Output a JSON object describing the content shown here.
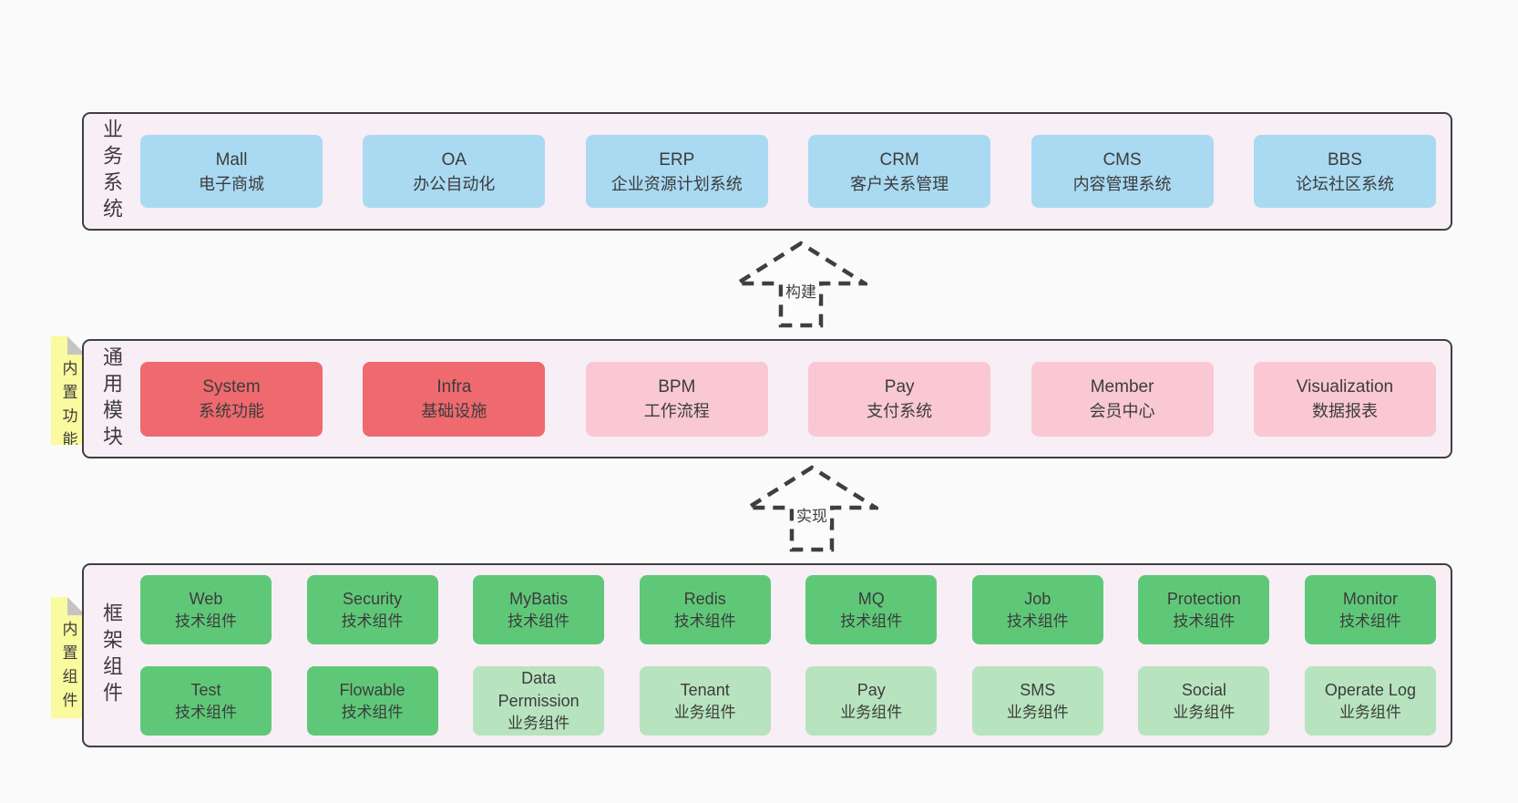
{
  "palette": {
    "page_bg": "#fafafa",
    "container_bg": "#f8eef6",
    "container_border": "#3f3f3f",
    "business_box": "#a9daf2",
    "core_module_box": "#ee6a6e",
    "optional_module_box": "#f9c8d2",
    "tech_component_box": "#5fc878",
    "biz_component_box": "#b7e4be",
    "sticky_note": "#fafa9e",
    "sticky_fold": "#c4c4c4",
    "text": "#3c3c3c"
  },
  "arrows": [
    {
      "label": "构建"
    },
    {
      "label": "实现"
    }
  ],
  "layers": {
    "business": {
      "label": "业务系统",
      "items": [
        {
          "name": "Mall",
          "desc": "电子商城"
        },
        {
          "name": "OA",
          "desc": "办公自动化"
        },
        {
          "name": "ERP",
          "desc": "企业资源计划系统"
        },
        {
          "name": "CRM",
          "desc": "客户关系管理"
        },
        {
          "name": "CMS",
          "desc": "内容管理系统"
        },
        {
          "name": "BBS",
          "desc": "论坛社区系统"
        }
      ]
    },
    "modules": {
      "label": "通用模块",
      "sticky": "内置功能",
      "items": [
        {
          "name": "System",
          "desc": "系统功能",
          "variant": "red"
        },
        {
          "name": "Infra",
          "desc": "基础设施",
          "variant": "red"
        },
        {
          "name": "BPM",
          "desc": "工作流程",
          "variant": "pink"
        },
        {
          "name": "Pay",
          "desc": "支付系统",
          "variant": "pink"
        },
        {
          "name": "Member",
          "desc": "会员中心",
          "variant": "pink"
        },
        {
          "name": "Visualization",
          "desc": "数据报表",
          "variant": "pink"
        }
      ]
    },
    "components": {
      "label": "框架组件",
      "sticky": "内置组件",
      "row1": [
        {
          "name": "Web",
          "desc": "技术组件",
          "variant": "green"
        },
        {
          "name": "Security",
          "desc": "技术组件",
          "variant": "green"
        },
        {
          "name": "MyBatis",
          "desc": "技术组件",
          "variant": "green"
        },
        {
          "name": "Redis",
          "desc": "技术组件",
          "variant": "green"
        },
        {
          "name": "MQ",
          "desc": "技术组件",
          "variant": "green"
        },
        {
          "name": "Job",
          "desc": "技术组件",
          "variant": "green"
        },
        {
          "name": "Protection",
          "desc": "技术组件",
          "variant": "green"
        },
        {
          "name": "Monitor",
          "desc": "技术组件",
          "variant": "green"
        }
      ],
      "row2": [
        {
          "name": "Test",
          "desc": "技术组件",
          "variant": "green"
        },
        {
          "name": "Flowable",
          "desc": "技术组件",
          "variant": "green"
        },
        {
          "name": "Data Permission",
          "desc": "业务组件",
          "variant": "lightgreen"
        },
        {
          "name": "Tenant",
          "desc": "业务组件",
          "variant": "lightgreen"
        },
        {
          "name": "Pay",
          "desc": "业务组件",
          "variant": "lightgreen"
        },
        {
          "name": "SMS",
          "desc": "业务组件",
          "variant": "lightgreen"
        },
        {
          "name": "Social",
          "desc": "业务组件",
          "variant": "lightgreen"
        },
        {
          "name": "Operate Log",
          "desc": "业务组件",
          "variant": "lightgreen"
        }
      ]
    }
  }
}
